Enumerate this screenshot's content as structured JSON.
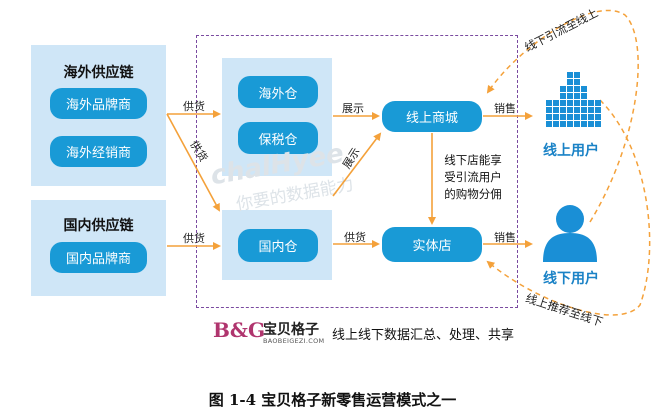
{
  "overseas_panel": {
    "title": "海外供应链",
    "items": [
      "海外品牌商",
      "海外经销商"
    ]
  },
  "domestic_panel": {
    "title": "国内供应链",
    "items": [
      "国内品牌商"
    ]
  },
  "warehouses": {
    "overseas": "海外仓",
    "bonded": "保税仓",
    "domestic": "国内仓"
  },
  "stores": {
    "online": "线上商城",
    "offline": "实体店"
  },
  "edge_labels": {
    "supply_overseas": "供货",
    "supply_cross": "供货",
    "supply_domestic": "供货",
    "supply_to_store": "供货",
    "display_1": "展示",
    "display_2": "展示",
    "sales_online": "销售",
    "sales_offline": "销售"
  },
  "middle_note": [
    "线下店能享",
    "受引流用户",
    "的购物分佣"
  ],
  "users": {
    "online": "线上用户",
    "offline": "线下用户"
  },
  "curves": {
    "top": "线下引流至线上",
    "bottom": "线上推荐至线下"
  },
  "brand": {
    "logo_text": "B&G",
    "name": "宝贝格子",
    "domain": "BAOBEIGEZI.COM",
    "tagline": "线上线下数据汇总、处理、共享"
  },
  "watermark": {
    "line1": "chalHyee",
    "line2": "你要的数据能力"
  },
  "caption": "图 1-4  宝贝格子新零售运营模式之一",
  "colors": {
    "panel": "#cfe6f7",
    "pill": "#199ad6",
    "arrow": "#f4a13a",
    "frame": "#7a4aa0",
    "user": "#1a82c6"
  }
}
